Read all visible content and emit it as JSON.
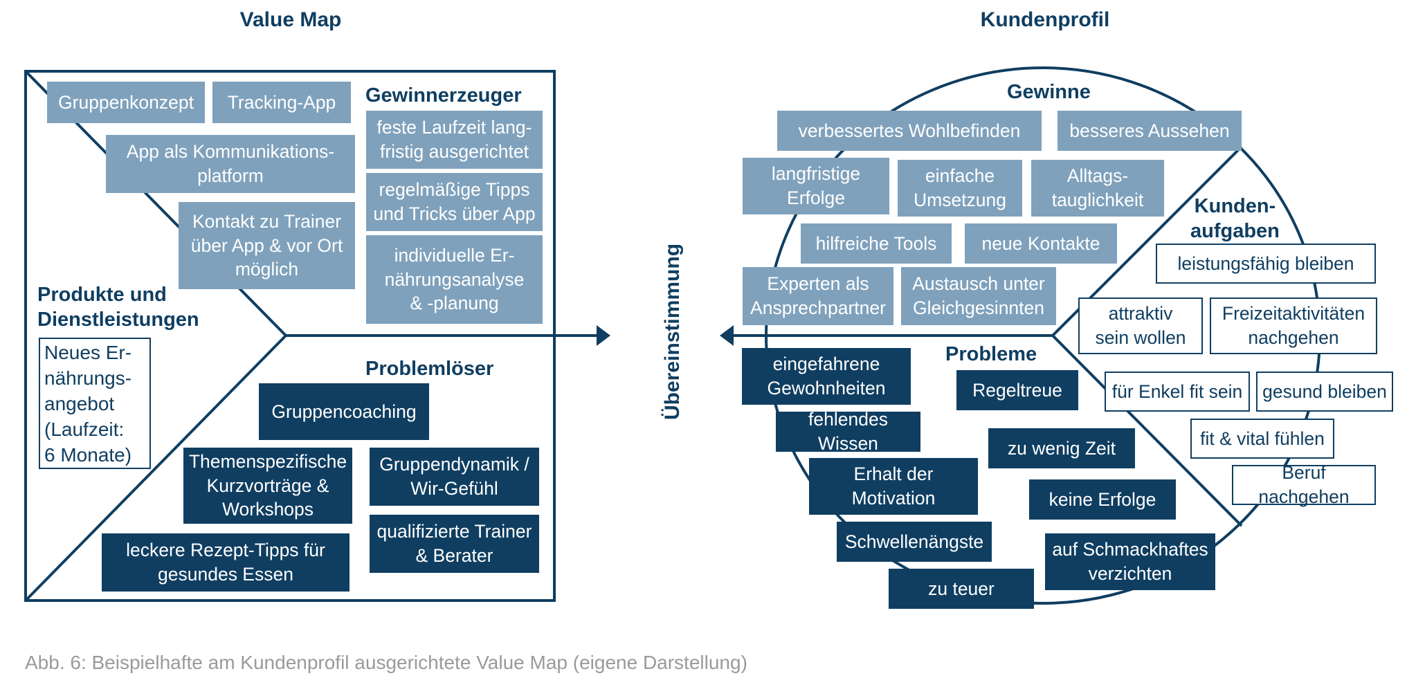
{
  "titles": {
    "value_map": "Value Map",
    "customer_profile": "Kundenprofil"
  },
  "headings": {
    "gain_creators": "Gewinnerzeuger",
    "products": "Produkte und\nDienstleistungen",
    "pain_relievers": "Problemlöser",
    "gains": "Gewinne",
    "jobs": "Kunden-\naufgaben",
    "pains": "Probleme"
  },
  "fit_label": "Übereinstimmung",
  "product_note": "Neues Er-\nnährungs-\nangebot\n(Laufzeit:\n6 Monate)",
  "gain_creators": [
    "Gruppenkonzept",
    "Tracking-App",
    "App als Kommunikations-\nplatform",
    "Kontakt zu Trainer\nüber App & vor Ort\nmöglich",
    "feste Laufzeit lang-\nfristig ausgerichtet",
    "regelmäßige Tipps\nund Tricks über App",
    "individuelle Er-\nnährungsanalyse\n& -planung"
  ],
  "pain_relievers": [
    "Gruppencoaching",
    "Themenspezifische\nKurzvorträge &\nWorkshops",
    "Gruppendynamik /\nWir-Gefühl",
    "qualifizierte Trainer\n& Berater",
    "leckere Rezept-Tipps für\ngesundes Essen"
  ],
  "gains": [
    "verbessertes Wohlbefinden",
    "besseres Aussehen",
    "langfristige\nErfolge",
    "einfache\nUmsetzung",
    "Alltags-\ntauglichkeit",
    "hilfreiche Tools",
    "neue Kontakte",
    "Experten als\nAnsprechpartner",
    "Austausch unter\nGleichgesinnten"
  ],
  "jobs": [
    "leistungsfähig bleiben",
    "attraktiv\nsein wollen",
    "Freizeitaktivitäten\nnachgehen",
    "für Enkel fit sein",
    "gesund bleiben",
    "fit & vital fühlen",
    "Beruf nachgehen"
  ],
  "pains": [
    "eingefahrene\nGewohnheiten",
    "fehlendes Wissen",
    "Erhalt der\nMotivation",
    "Schwellenängste",
    "zu teuer",
    "Regeltreue",
    "zu wenig Zeit",
    "keine Erfolge",
    "auf Schmackhaftes\nverzichten"
  ],
  "caption": "Abb. 6: Beispielhafte am Kundenprofil ausgerichtete Value Map (eigene Darstellung)",
  "colors": {
    "dark": "#0f3e61",
    "light": "#7fa1bc",
    "caption": "#9a9a9a"
  }
}
